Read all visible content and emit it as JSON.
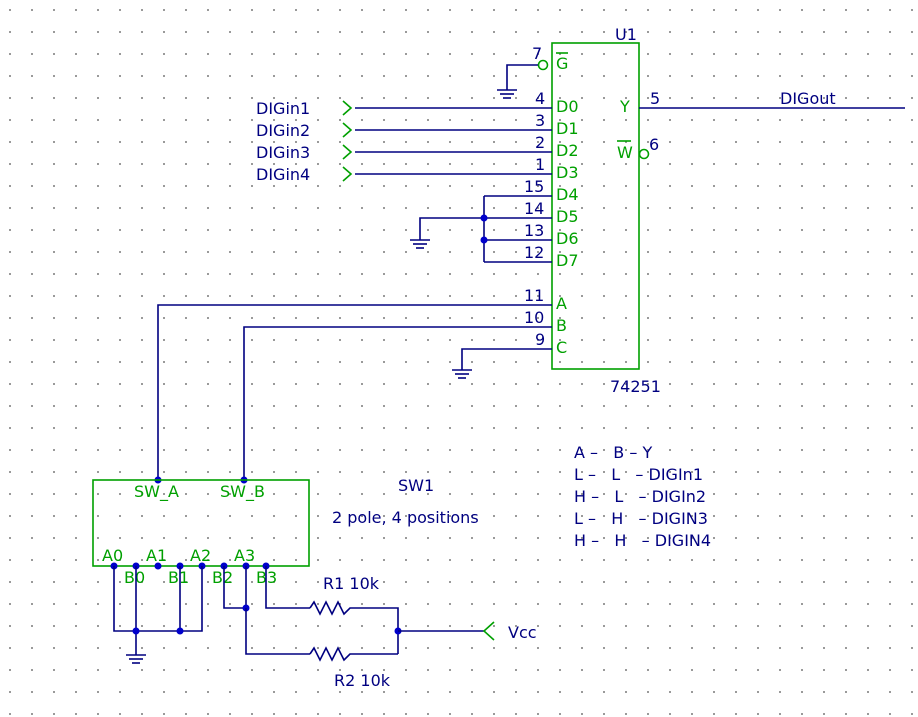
{
  "u1": {
    "ref": "U1",
    "value": "74251",
    "pins_left": [
      {
        "num": "7",
        "name": "G"
      },
      {
        "num": "4",
        "name": "D0"
      },
      {
        "num": "3",
        "name": "D1"
      },
      {
        "num": "2",
        "name": "D2"
      },
      {
        "num": "1",
        "name": "D3"
      },
      {
        "num": "15",
        "name": "D4"
      },
      {
        "num": "14",
        "name": "D5"
      },
      {
        "num": "13",
        "name": "D6"
      },
      {
        "num": "12",
        "name": "D7"
      },
      {
        "num": "11",
        "name": "A"
      },
      {
        "num": "10",
        "name": "B"
      },
      {
        "num": "9",
        "name": "C"
      }
    ],
    "pins_right": [
      {
        "num": "5",
        "name": "Y"
      },
      {
        "num": "6",
        "name": "W"
      }
    ]
  },
  "inputs": [
    "DIGin1",
    "DIGin2",
    "DIGin3",
    "DIGin4"
  ],
  "output_net": "DIGout",
  "sw1": {
    "ref": "SW1",
    "desc": "2 pole, 4 positions",
    "pole_a": "SW_A",
    "pole_b": "SW_B",
    "pins_a": [
      "A0",
      "A1",
      "A2",
      "A3"
    ],
    "pins_b": [
      "B0",
      "B1",
      "B2",
      "B3"
    ]
  },
  "r1": "R1 10k",
  "r2": "R2 10k",
  "vcc": "Vcc",
  "truth_table": [
    "A –   B – Y",
    "L –   L   – DIGIn1",
    "H –   L   – DIGIn2",
    "L –   H   – DIGIN3",
    "H –   H   – DIGIN4"
  ]
}
